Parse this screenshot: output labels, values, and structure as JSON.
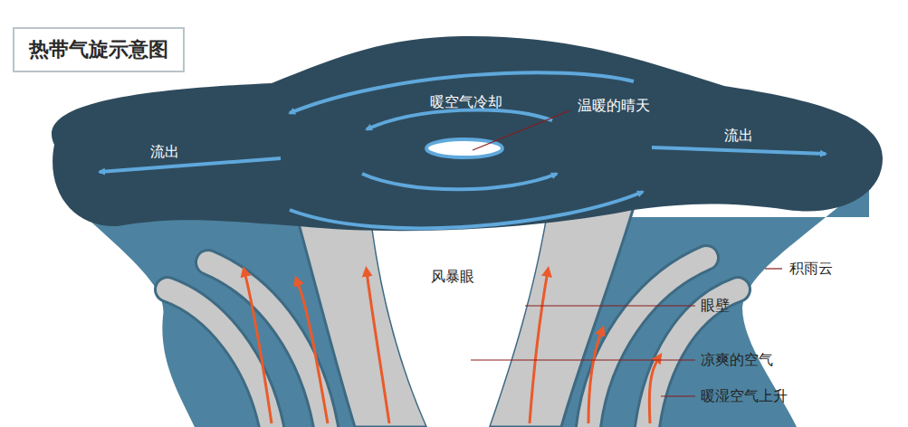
{
  "diagram": {
    "title": "热带气旋示意图",
    "labels": [
      "暖空气冷却",
      "温暖的晴天",
      "流出",
      "流出",
      "风暴眼",
      "积雨云",
      "眼壁",
      "凉爽的空气",
      "暖湿空气上升"
    ]
  }
}
